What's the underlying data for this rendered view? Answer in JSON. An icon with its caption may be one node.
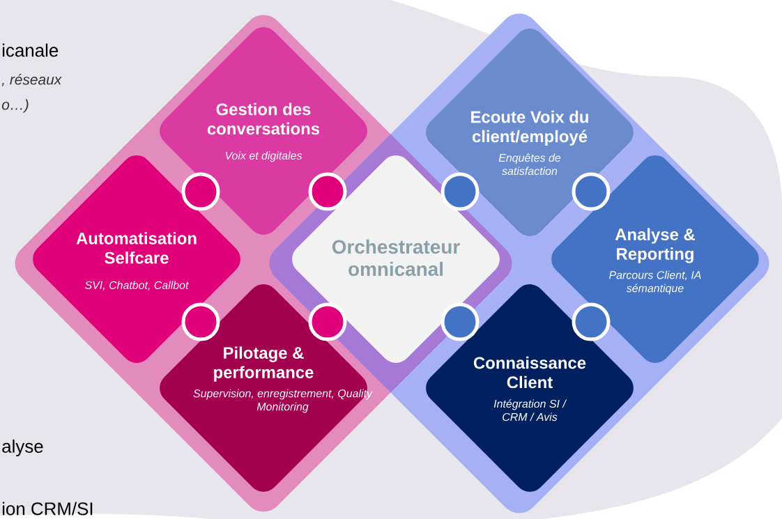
{
  "diagram": {
    "nodes": [
      {
        "text": [
          "Gestion des conversations",
          "Voix et digitales"
        ]
      },
      {
        "text": [
          "Ecoute Voix du client/employé",
          "Enquêtes de satisfaction"
        ]
      },
      {
        "text": [
          "Automatisation Selfcare",
          "SVI, Chatbot, Callbot"
        ]
      },
      {
        "text": [
          "Orchestrateur omnicanal"
        ]
      },
      {
        "text": [
          "Analyse & Reporting",
          "Parcours Client, IA sémantique"
        ]
      },
      {
        "text": [
          "Pilotage & performance",
          "Supervision, enregistrement, Quality Monitoring"
        ]
      },
      {
        "text": [
          "Connaissance Client",
          "Intégration SI / CRM / Avis"
        ]
      }
    ],
    "labels": [
      "icanale",
      ", réseaux",
      "o…)",
      "alyse",
      "ion CRM/SI"
    ]
  }
}
